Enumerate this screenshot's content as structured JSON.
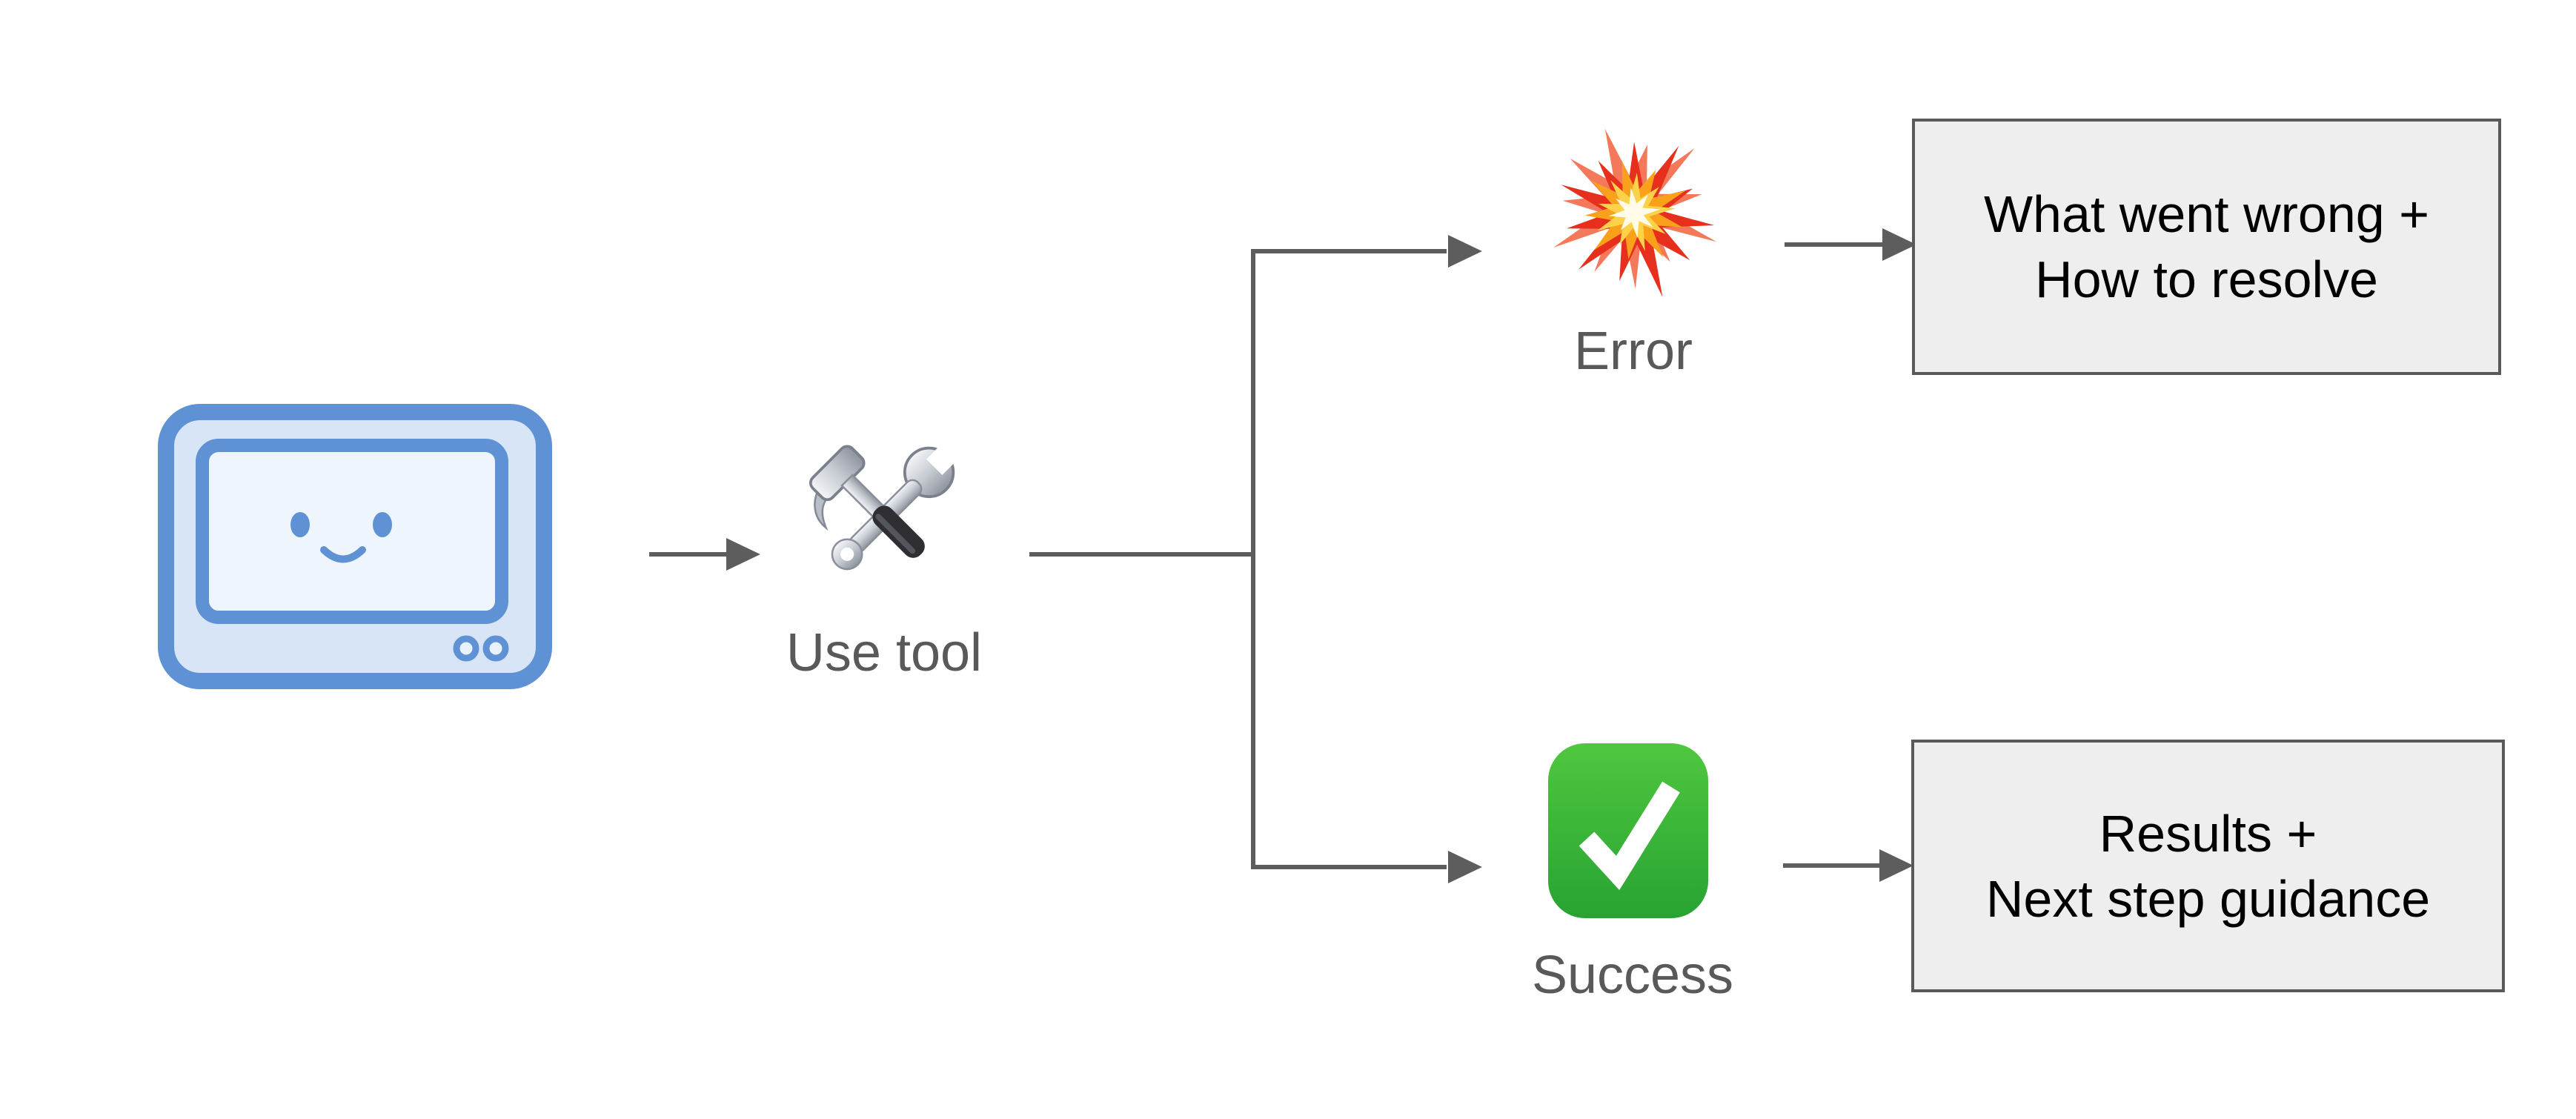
{
  "diagram": {
    "background": "#ffffff",
    "agent": {
      "icon": "computer-face-icon"
    },
    "tool_step": {
      "label": "Use tool",
      "icon": "hammer-wrench-icon"
    },
    "branches": {
      "error": {
        "label": "Error",
        "icon": "collision-burst-icon",
        "box": {
          "line1": "What went wrong +",
          "line2": "How to resolve"
        }
      },
      "success": {
        "label": "Success",
        "icon": "check-mark-button-icon",
        "box": {
          "line1": "Results +",
          "line2": "Next step guidance"
        }
      }
    },
    "colors": {
      "connector": "#5d5d5d",
      "label_text": "#595959",
      "box_fill": "#eeeeee",
      "box_border": "#595959",
      "box_text": "#000000",
      "monitor_border_blue": "#5e92d4",
      "monitor_fill": "#d8e5f7",
      "monitor_screen": "#eef5fd",
      "check_green_top": "#4fc73f",
      "check_green_bottom": "#28a332",
      "explosion_salmon": "#f4795a",
      "explosion_red": "#e62f1d",
      "explosion_orange": "#f9a11b",
      "explosion_yellow": "#fcd24b",
      "explosion_cream": "#fffbe8",
      "tool_silver": "#c7cbd2",
      "tool_grip_black": "#2e2e33"
    }
  }
}
